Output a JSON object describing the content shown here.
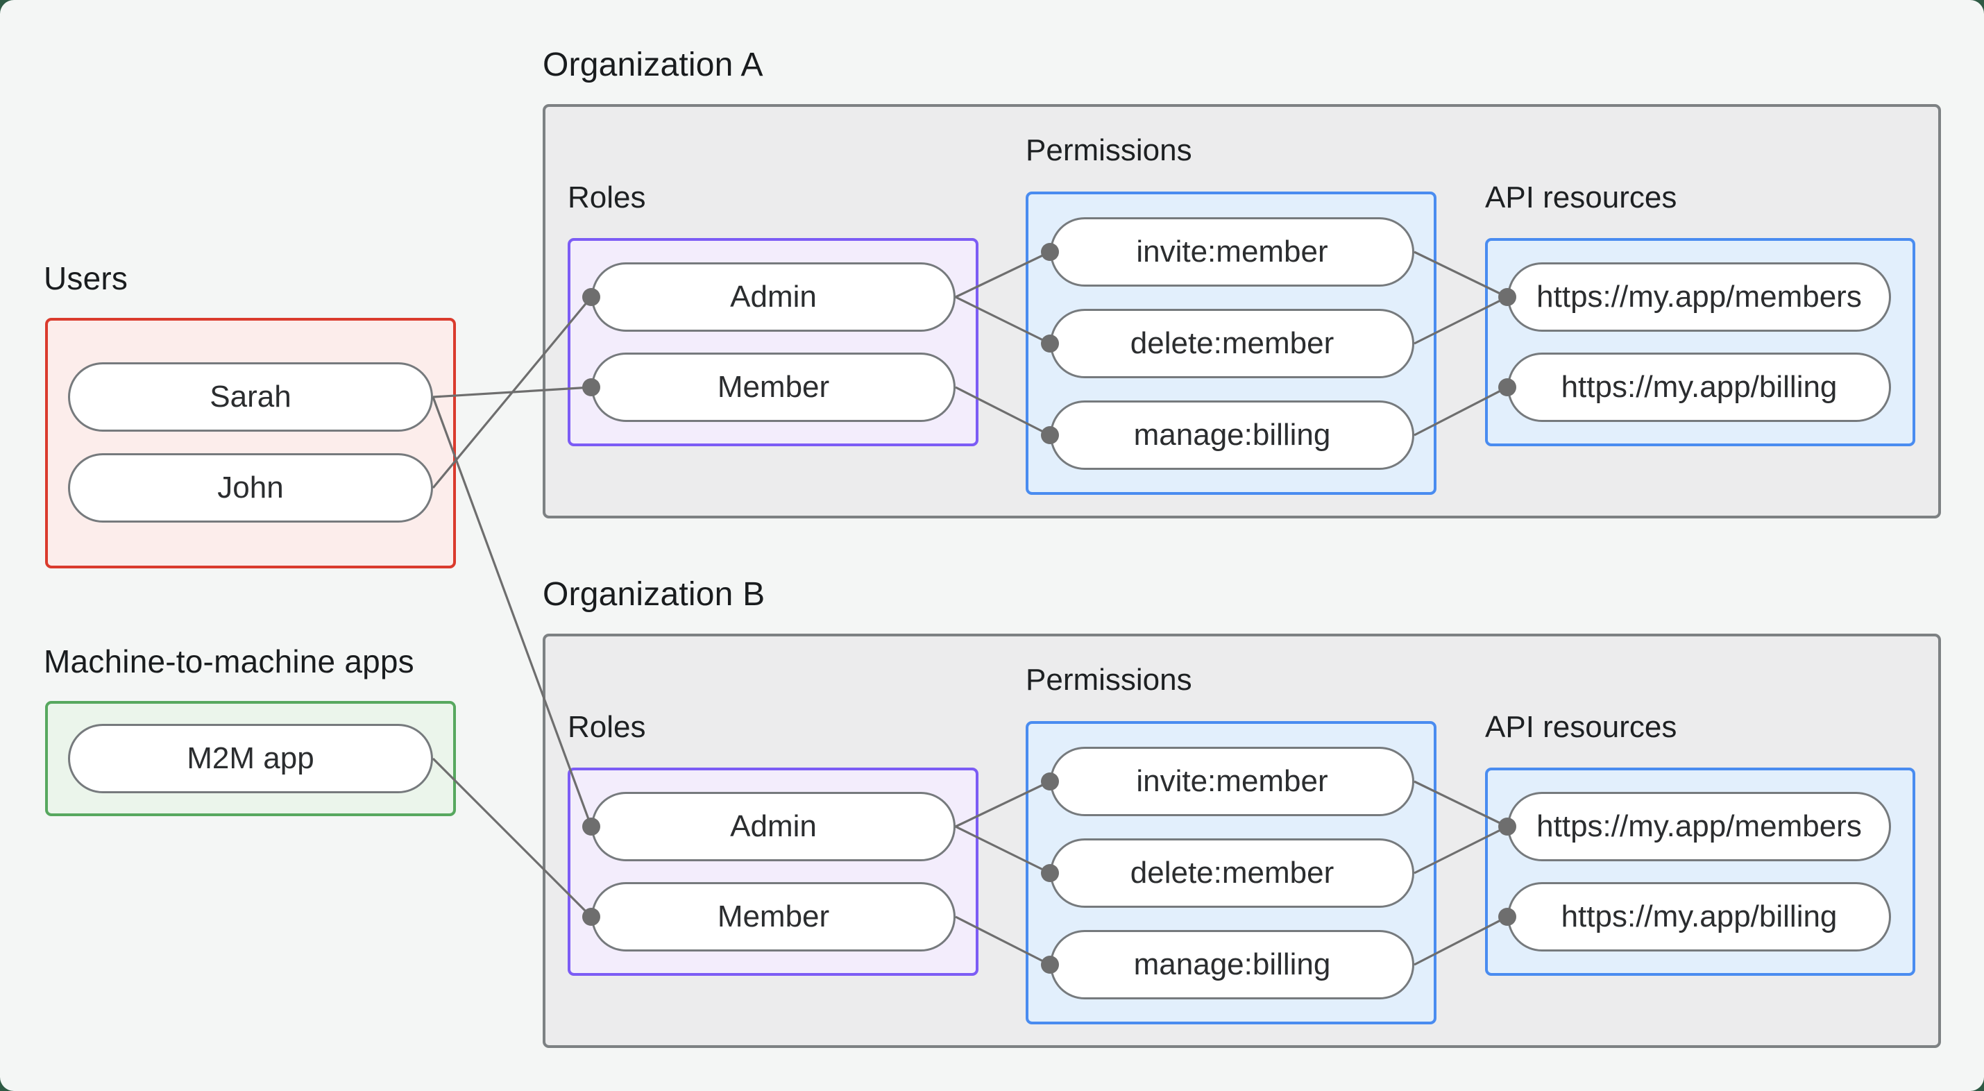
{
  "canvas": {
    "background": "#f4f6f5",
    "backdrop": "#2e5a44"
  },
  "colors": {
    "users_border": "#da3b2d",
    "users_fill": "#fcedeb",
    "m2m_border": "#57a85f",
    "m2m_fill": "#ebf5eb",
    "roles_border": "#7c5cf5",
    "roles_fill": "#f3edfc",
    "permissions_border": "#4a8cf0",
    "permissions_fill": "#e2effc",
    "org_border": "#7d8183",
    "org_fill": "#ececed",
    "pill_border": "#767a7d",
    "pill_fill": "#ffffff",
    "connector": "#6e6e6e",
    "text": "#1d2022"
  },
  "users": {
    "title": "Users",
    "items": [
      {
        "label": "Sarah"
      },
      {
        "label": "John"
      }
    ]
  },
  "m2m": {
    "title": "Machine-to-machine apps",
    "items": [
      {
        "label": "M2M app"
      }
    ]
  },
  "org_a": {
    "title": "Organization A",
    "roles": {
      "title": "Roles",
      "items": [
        {
          "label": "Admin"
        },
        {
          "label": "Member"
        }
      ]
    },
    "permissions": {
      "title": "Permissions",
      "items": [
        {
          "label": "invite:member"
        },
        {
          "label": "delete:member"
        },
        {
          "label": "manage:billing"
        }
      ]
    },
    "api_resources": {
      "title": "API resources",
      "items": [
        {
          "label": "https://my.app/members"
        },
        {
          "label": "https://my.app/billing"
        }
      ]
    }
  },
  "org_b": {
    "title": "Organization B",
    "roles": {
      "title": "Roles",
      "items": [
        {
          "label": "Admin"
        },
        {
          "label": "Member"
        }
      ]
    },
    "permissions": {
      "title": "Permissions",
      "items": [
        {
          "label": "invite:member"
        },
        {
          "label": "delete:member"
        },
        {
          "label": "manage:billing"
        }
      ]
    },
    "api_resources": {
      "title": "API resources",
      "items": [
        {
          "label": "https://my.app/members"
        },
        {
          "label": "https://my.app/billing"
        }
      ]
    }
  },
  "edges": [
    {
      "from": "users.sarah",
      "to": "org_a.roles.member"
    },
    {
      "from": "users.john",
      "to": "org_a.roles.admin"
    },
    {
      "from": "users.sarah",
      "to": "org_b.roles.admin"
    },
    {
      "from": "m2m.m2m-app",
      "to": "org_b.roles.member"
    },
    {
      "from": "org_a.roles.admin",
      "to": "org_a.permissions.invite-member"
    },
    {
      "from": "org_a.roles.admin",
      "to": "org_a.permissions.delete-member"
    },
    {
      "from": "org_a.roles.member",
      "to": "org_a.permissions.manage-billing"
    },
    {
      "from": "org_a.permissions.invite-member",
      "to": "org_a.api_resources.members"
    },
    {
      "from": "org_a.permissions.delete-member",
      "to": "org_a.api_resources.members"
    },
    {
      "from": "org_a.permissions.manage-billing",
      "to": "org_a.api_resources.billing"
    },
    {
      "from": "org_b.roles.admin",
      "to": "org_b.permissions.invite-member"
    },
    {
      "from": "org_b.roles.admin",
      "to": "org_b.permissions.delete-member"
    },
    {
      "from": "org_b.roles.member",
      "to": "org_b.permissions.manage-billing"
    },
    {
      "from": "org_b.permissions.invite-member",
      "to": "org_b.api_resources.members"
    },
    {
      "from": "org_b.permissions.delete-member",
      "to": "org_b.api_resources.members"
    },
    {
      "from": "org_b.permissions.manage-billing",
      "to": "org_b.api_resources.billing"
    }
  ]
}
